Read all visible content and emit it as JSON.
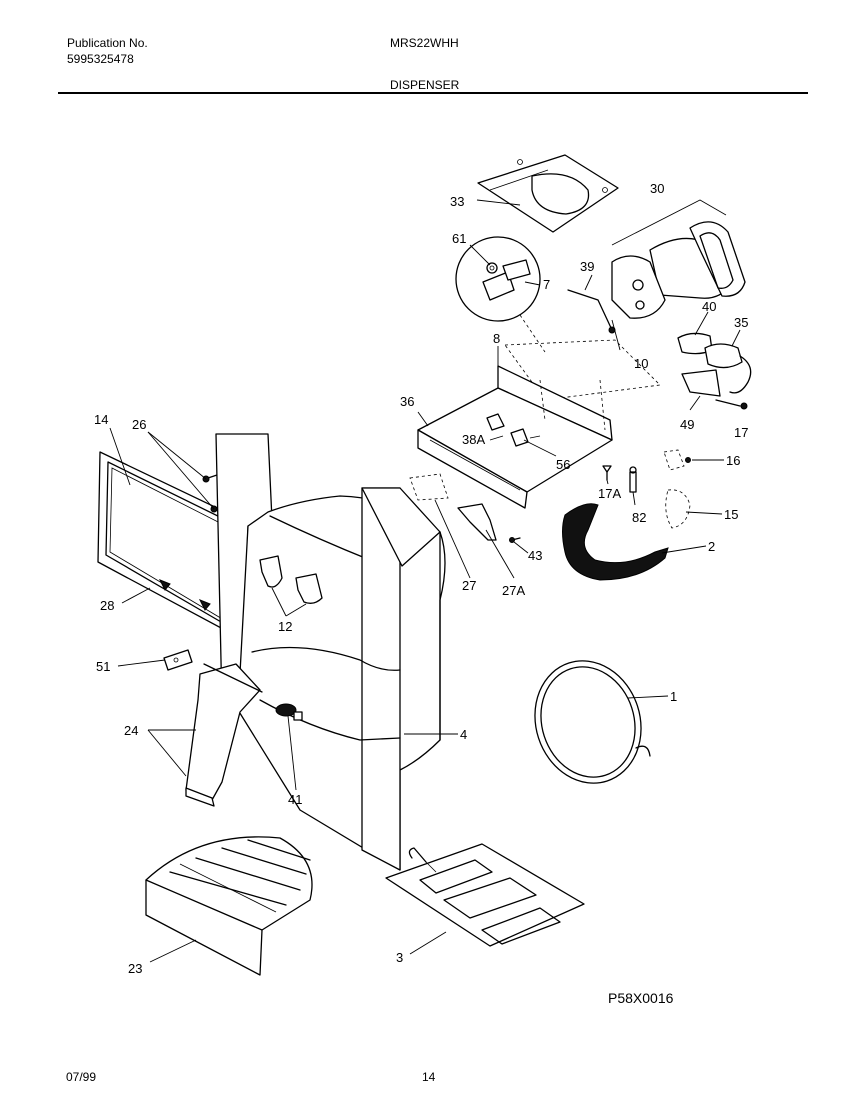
{
  "header": {
    "publication_label": "Publication No.",
    "publication_number": "5995325478",
    "model": "MRS22WHH",
    "section": "DISPENSER"
  },
  "diagram": {
    "callouts": [
      "33",
      "30",
      "61",
      "7",
      "39",
      "40",
      "35",
      "8",
      "10",
      "36",
      "49",
      "17",
      "38A",
      "56",
      "16",
      "14",
      "26",
      "17A",
      "82",
      "15",
      "43",
      "2",
      "27",
      "27A",
      "28",
      "12",
      "51",
      "1",
      "24",
      "4",
      "41",
      "23",
      "3"
    ],
    "figure_code": "P58X0016"
  },
  "footer": {
    "date": "07/99",
    "page": "14"
  }
}
